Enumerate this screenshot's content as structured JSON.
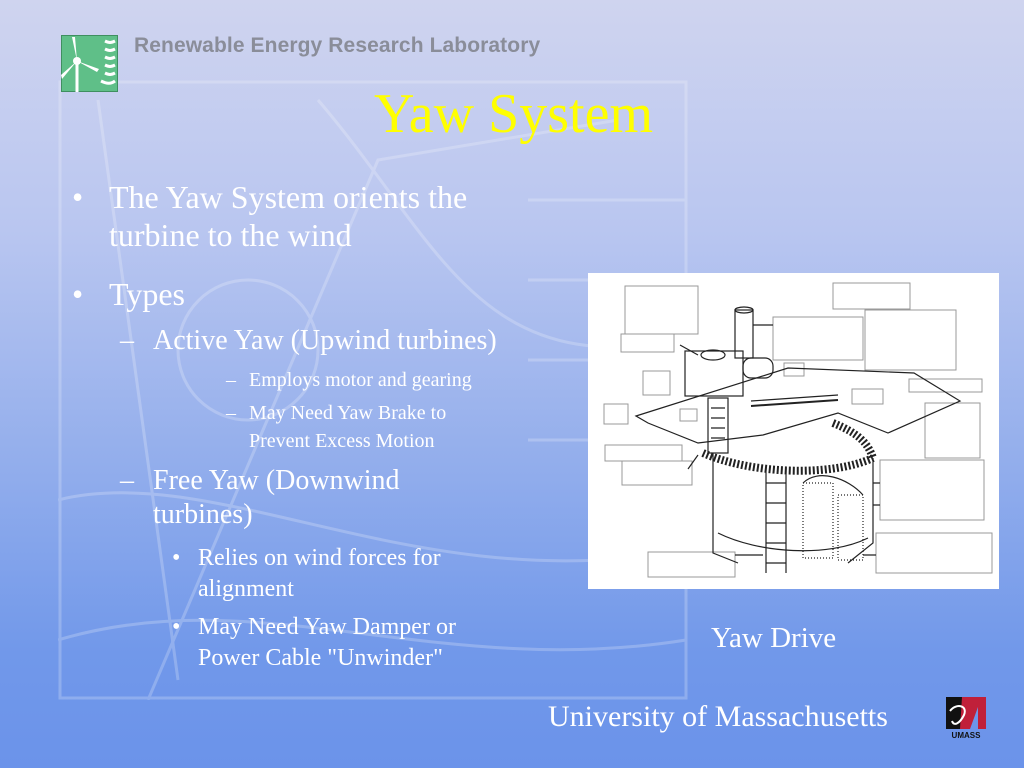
{
  "header": {
    "lab_name": "Renewable Energy Research Laboratory",
    "lab_logo_icon": "wind-turbine-logo-icon"
  },
  "slide": {
    "title": "Yaw System",
    "bullets": [
      {
        "level": 1,
        "marker": "•",
        "lines": [
          "The Yaw System orients the",
          "turbine to the wind"
        ]
      },
      {
        "level": 1,
        "marker": "•",
        "lines": [
          "Types"
        ]
      },
      {
        "level": 2,
        "marker": "–",
        "lines": [
          "Active Yaw (Upwind turbines)"
        ]
      },
      {
        "level": 3,
        "marker": "–",
        "lines": [
          "Employs motor and gearing"
        ]
      },
      {
        "level": 3,
        "marker": "–",
        "lines": [
          "May Need Yaw Brake to",
          "Prevent Excess Motion"
        ]
      },
      {
        "level": 2,
        "marker": "–",
        "lines": [
          "Free Yaw (Downwind",
          "turbines)"
        ]
      },
      {
        "level": 3,
        "marker": "•",
        "lines": [
          "Relies on wind forces for",
          "alignment"
        ]
      },
      {
        "level": 3,
        "marker": "•",
        "lines": [
          "May Need Yaw Damper or",
          "Power Cable \"Unwinder\""
        ]
      }
    ]
  },
  "figure": {
    "description": "Yaw drive line drawing with blank label boxes",
    "caption": "Yaw Drive"
  },
  "footer": {
    "institution": "University of Massachusetts",
    "logo_text": "UMASS",
    "logo_icon": "umass-logo-icon"
  },
  "colors": {
    "title": "#ffff00",
    "body_text": "#ffffff",
    "lab_name": "#8a8d99",
    "bg_top": "#cfd4ef",
    "bg_bottom": "#6b93ea",
    "umass_red": "#c0203a"
  }
}
